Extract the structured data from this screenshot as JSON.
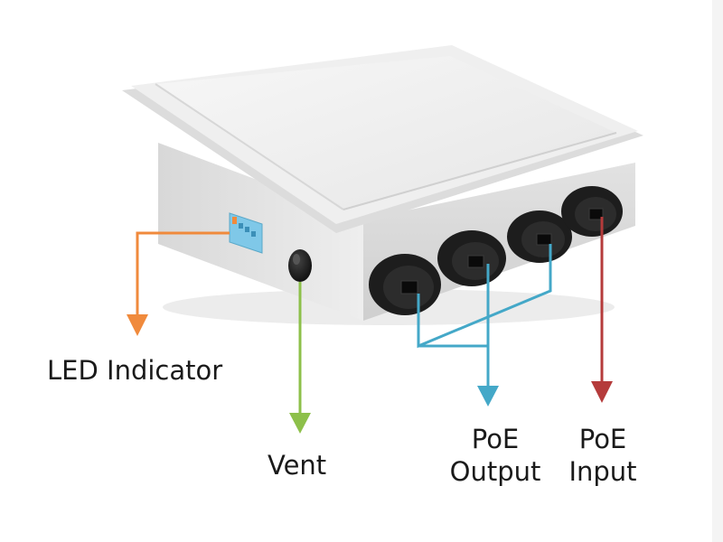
{
  "labels": {
    "led": "LED Indicator",
    "vent": "Vent",
    "poe_output_line1": "PoE",
    "poe_output_line2": "Output",
    "poe_input_line1": "PoE",
    "poe_input_line2": "Input"
  },
  "colors": {
    "led_arrow": "#f08a3c",
    "vent_arrow": "#8dc04a",
    "poe_output_arrow": "#44a8c8",
    "poe_input_arrow": "#b53b3b",
    "device_body": "#e9e9e9",
    "device_lid": "#f3f3f3",
    "connector": "#1d1d1d",
    "led_panel": "#7fc8e8"
  },
  "icons": {
    "device": "outdoor-access-point-image",
    "connectors": "waterproof-rj45-gland-icon",
    "vent": "vent-plug-icon"
  }
}
